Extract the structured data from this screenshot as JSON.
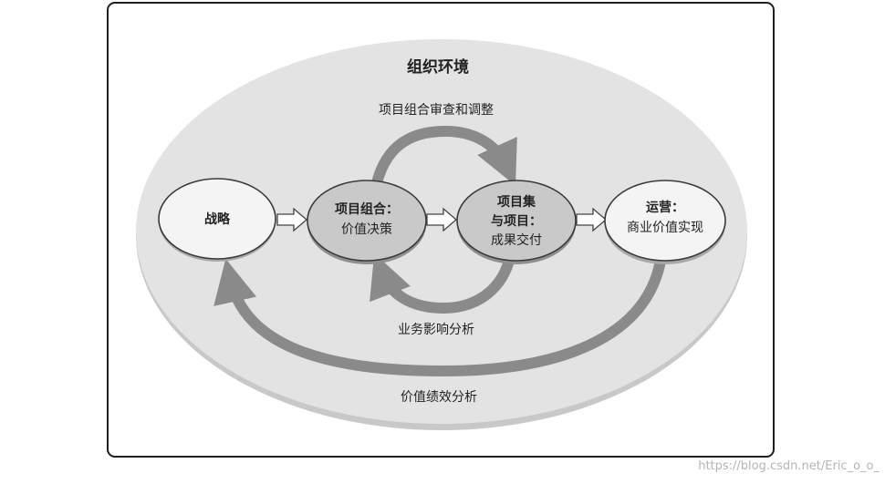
{
  "diagram": {
    "title": "组织环境",
    "nodes": {
      "strategy": {
        "line1": "战略"
      },
      "portfolio": {
        "line1": "项目组合：",
        "line2": "价值决策"
      },
      "programs": {
        "line1": "项目集",
        "line2": "与项目：",
        "line3": "成果交付"
      },
      "operations": {
        "line1": "运营：",
        "line2": "商业价值实现"
      }
    },
    "loops": {
      "review": "项目组合审查和调整",
      "impact": "业务影响分析",
      "value": "价值绩效分析"
    },
    "watermark": "https://blog.csdn.net/Eric_o_o_"
  }
}
